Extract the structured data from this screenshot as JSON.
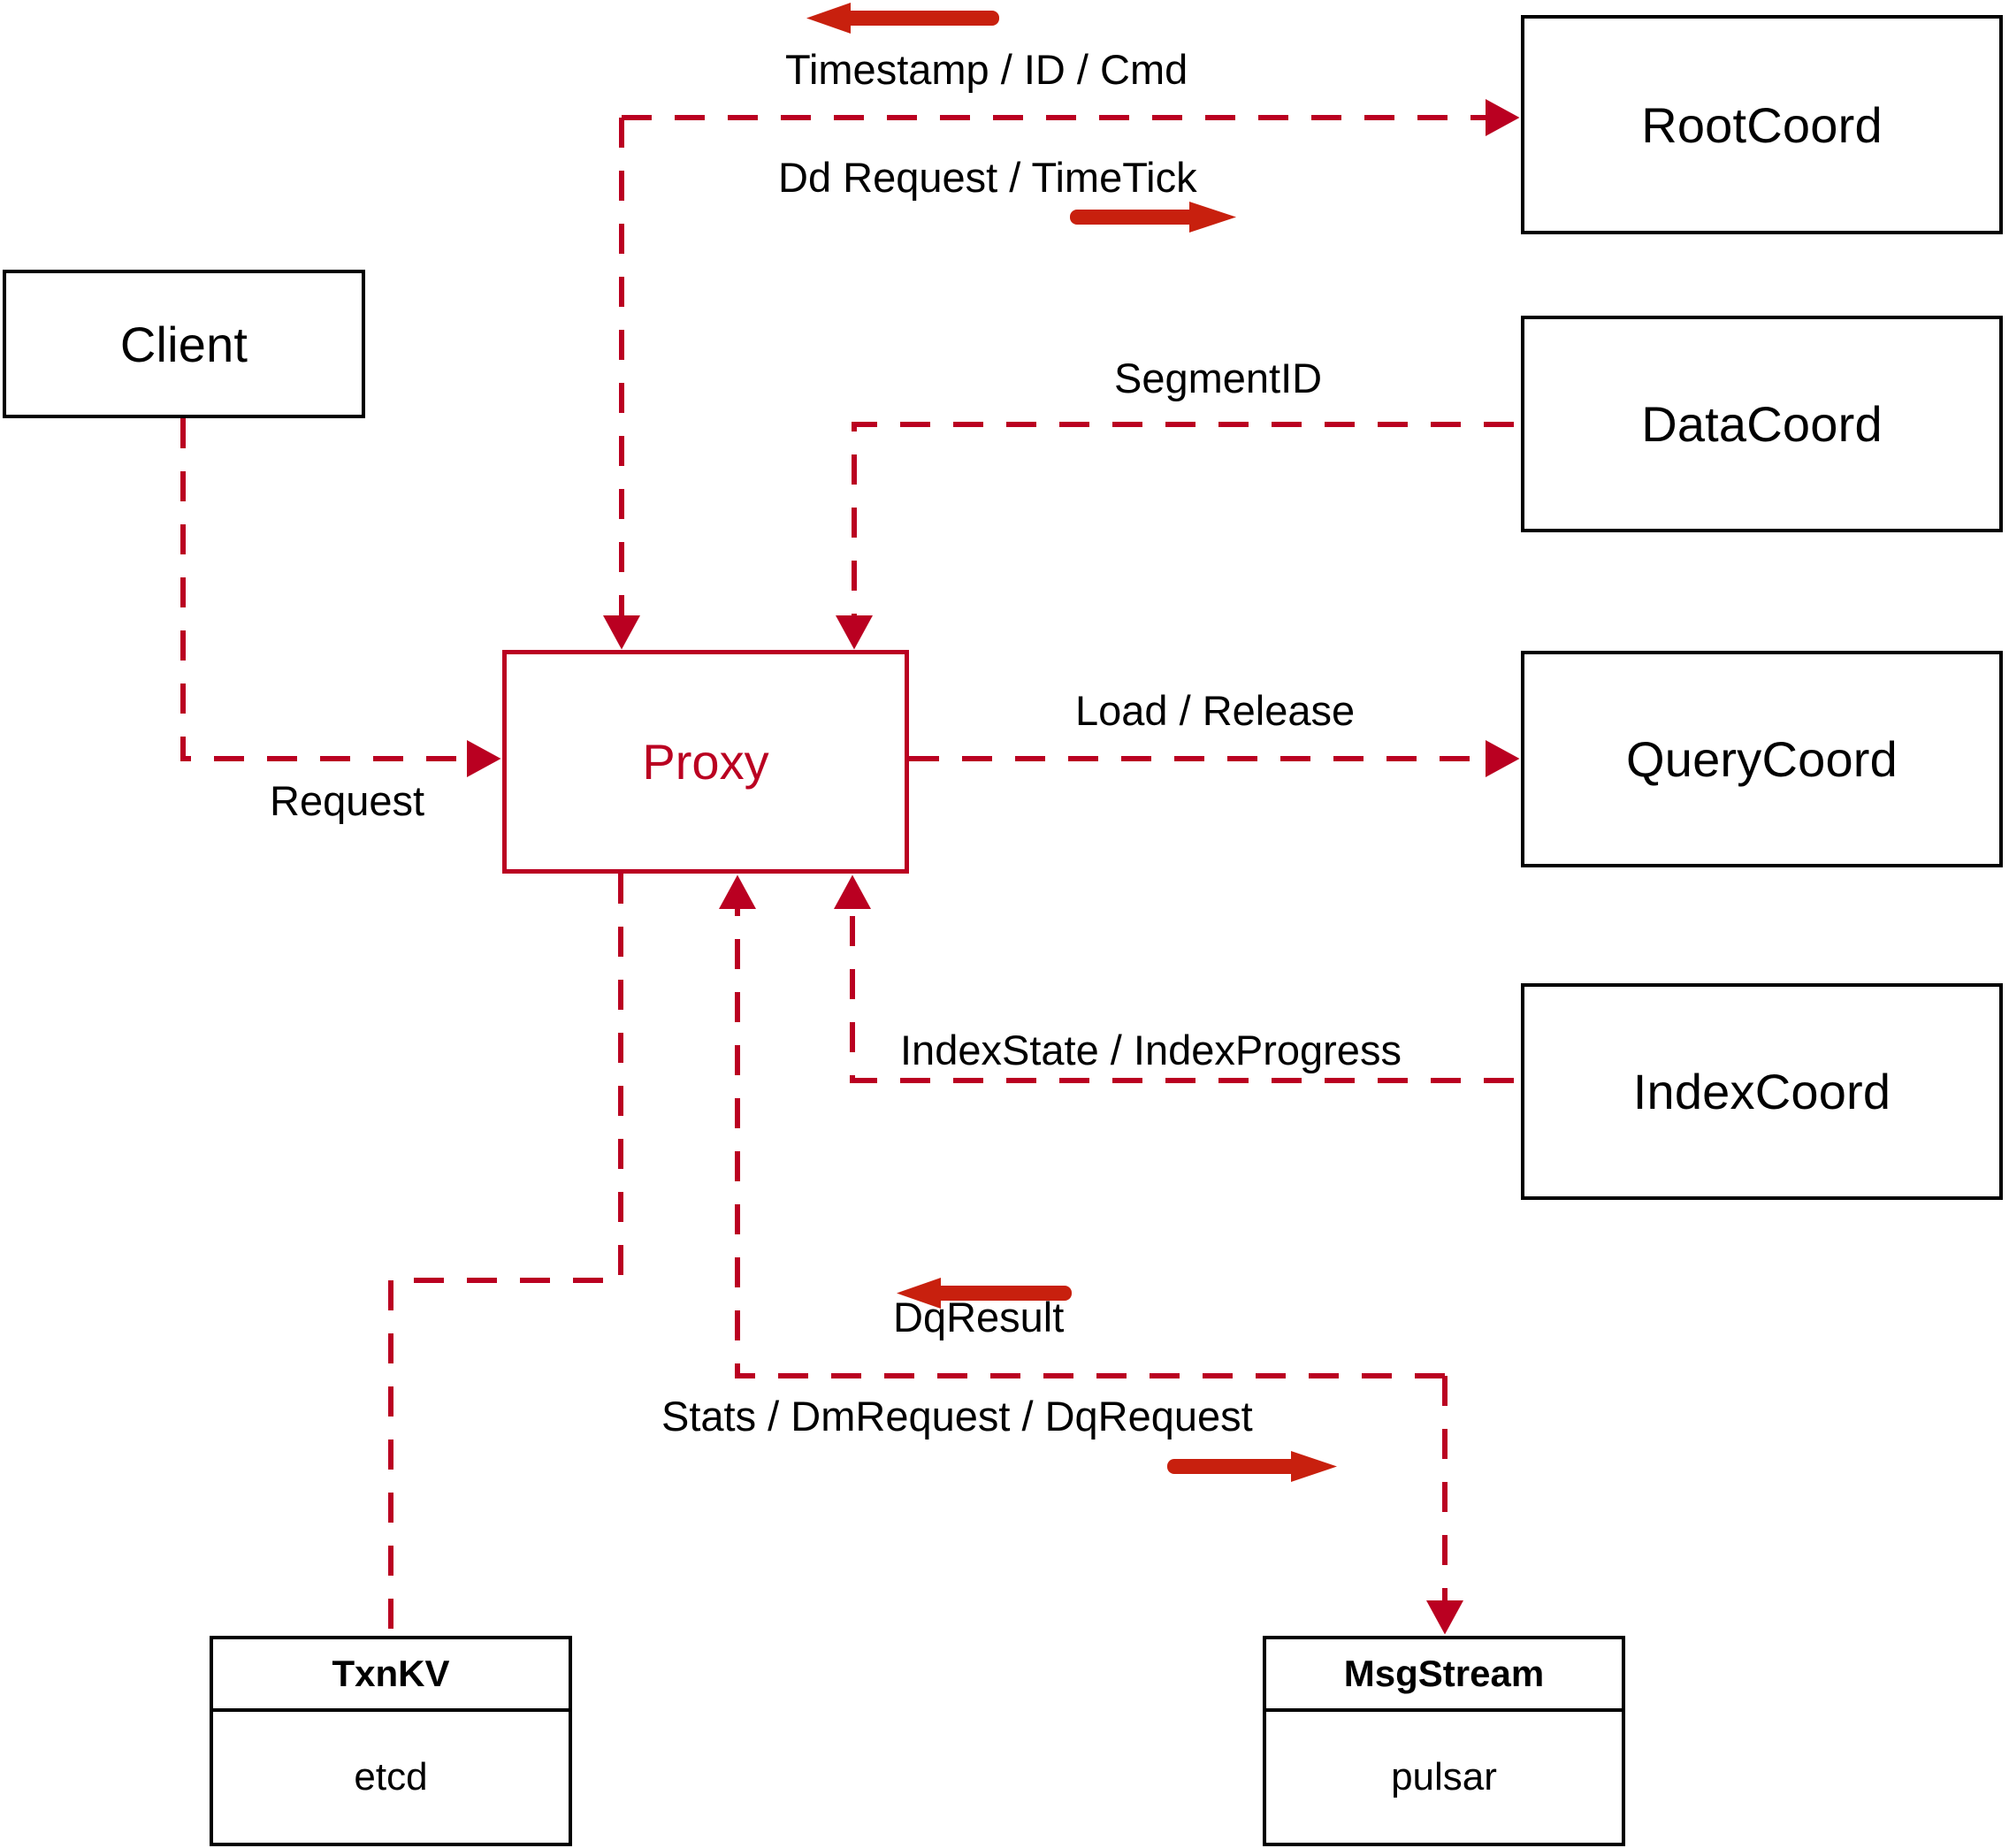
{
  "diagram": {
    "title": "Milvus Proxy component interaction diagram",
    "colors": {
      "node_border": "#000000",
      "proxy": "#BA0021",
      "dashed_flow": "#BA0021",
      "solid_direction_arrow": "#C8200E",
      "background": "#FFFFFF"
    }
  },
  "nodes": {
    "client": {
      "label": "Client"
    },
    "proxy": {
      "label": "Proxy"
    },
    "root_coord": {
      "label": "RootCoord"
    },
    "data_coord": {
      "label": "DataCoord"
    },
    "query_coord": {
      "label": "QueryCoord"
    },
    "index_coord": {
      "label": "IndexCoord"
    },
    "txn_kv": {
      "head": "TxnKV",
      "body": "etcd"
    },
    "msg_stream": {
      "head": "MsgStream",
      "body": "pulsar"
    }
  },
  "edges": [
    {
      "id": "client-to-proxy",
      "label": "Request",
      "from": "client",
      "to": "proxy",
      "style": "dashed",
      "arrow": "to-proxy"
    },
    {
      "id": "proxy-to-rootcoord",
      "label": "Dd Request / TimeTick",
      "from": "proxy",
      "to": "root_coord",
      "style": "dashed",
      "arrow": "to-rootcoord"
    },
    {
      "id": "rootcoord-to-proxy",
      "label": "Timestamp / ID / Cmd",
      "from": "root_coord",
      "to": "proxy",
      "style": "dashed",
      "arrow": "to-proxy"
    },
    {
      "id": "datacoord-to-proxy",
      "label": "SegmentID",
      "from": "data_coord",
      "to": "proxy",
      "style": "dashed",
      "arrow": "to-proxy"
    },
    {
      "id": "proxy-to-querycoord",
      "label": "Load / Release",
      "from": "proxy",
      "to": "query_coord",
      "style": "dashed",
      "arrow": "to-querycoord"
    },
    {
      "id": "indexcoord-to-proxy",
      "label": "IndexState / IndexProgress",
      "from": "index_coord",
      "to": "proxy",
      "style": "dashed",
      "arrow": "to-proxy"
    },
    {
      "id": "msgstream-to-proxy",
      "label": "DqResult",
      "from": "msg_stream",
      "to": "proxy",
      "style": "dashed",
      "arrow": "to-proxy"
    },
    {
      "id": "proxy-to-msgstream",
      "label": "Stats / DmRequest / DqRequest",
      "from": "proxy",
      "to": "msg_stream",
      "style": "dashed",
      "arrow": "to-msgstream"
    },
    {
      "id": "proxy-to-txnkv",
      "label": "",
      "from": "proxy",
      "to": "txn_kv",
      "style": "dashed",
      "arrow": "none"
    }
  ],
  "direction_arrows": [
    {
      "id": "timestamp-id-cmd-arrow",
      "direction": "left",
      "near_label": "Timestamp / ID / Cmd"
    },
    {
      "id": "dd-request-timetick-arrow",
      "direction": "right",
      "near_label": "Dd Request / TimeTick"
    },
    {
      "id": "dqresult-arrow",
      "direction": "left",
      "near_label": "DqResult"
    },
    {
      "id": "stats-dmrequest-dqrequest-arrow",
      "direction": "right",
      "near_label": "Stats / DmRequest / DqRequest"
    }
  ],
  "labels": {
    "timestamp_id_cmd": "Timestamp / ID / Cmd",
    "dd_request_timetick": "Dd Request / TimeTick",
    "segment_id": "SegmentID",
    "load_release": "Load / Release",
    "index_state_progress": "IndexState / IndexProgress",
    "request": "Request",
    "dq_result": "DqResult",
    "stats_dm_dq_request": "Stats / DmRequest / DqRequest"
  }
}
